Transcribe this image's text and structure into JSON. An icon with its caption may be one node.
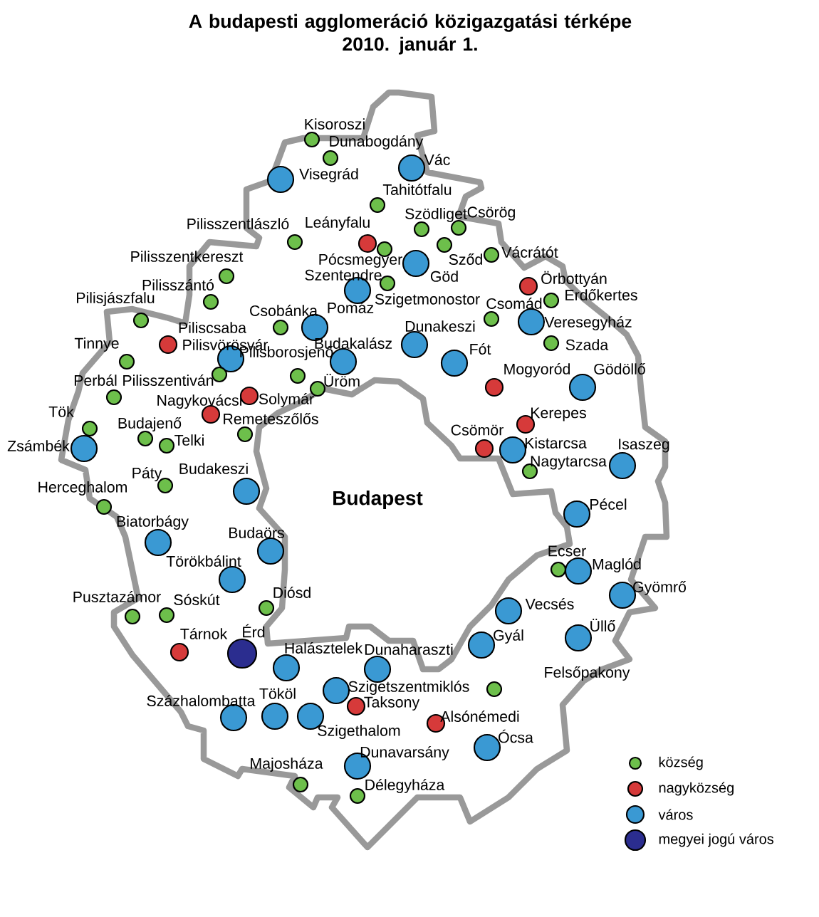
{
  "diagram": {
    "title": "A budapesti agglomeráció közigazgatási térképe 2010. január 1.",
    "labels": [
      "Kisoroszi",
      "Dunabogdány",
      "Vác",
      "Visegrád",
      "Tahitótfalu",
      "Szödliget",
      "Csörög",
      "Pilisszentlászló",
      "Leányfalu",
      "Sződ",
      "Vácrátót",
      "Pócsmegyer",
      "Pilisszentkereszt",
      "Göd",
      "Szentendre",
      "Örbottyán",
      "Pilisszántó",
      "Erdőkertes",
      "Pilisjászfalu",
      "Szigetmonostor",
      "Csomád",
      "Csobánka",
      "Pomáz",
      "Veresegyház",
      "Dunakeszi",
      "Piliscsaba",
      "Szada",
      "Tinnye",
      "Pilisvörösvár",
      "Budakalász",
      "Fót",
      "Pilisborosjenő",
      "Mogyoród",
      "Gödöllő",
      "Perbál",
      "Pilisszentiván",
      "Üröm",
      "Solymár",
      "Nagykovácsi",
      "Tök",
      "Kerepes",
      "Remeteszőlős",
      "Budajenő",
      "Csömör",
      "Telki",
      "Kistarcsa",
      "Zsámbék",
      "Isaszeg",
      "Nagytarcsa",
      "Budakeszi",
      "Páty",
      "Herceghalom",
      "Budapest",
      "Pécel",
      "Biatorbágy",
      "Budaörs",
      "Ecser",
      "Törökbálint",
      "Maglód",
      "Gyömrő",
      "Diósd",
      "Pusztazámor",
      "Sóskút",
      "Vecsés",
      "Üllő",
      "Érd",
      "Tárnok",
      "Gyál",
      "Halásztelek",
      "Dunaharaszti",
      "Felsőpakony",
      "Szigetszentmiklós",
      "Tököl",
      "Százhalombatta",
      "Taksony",
      "Alsónémedi",
      "Szigethalom",
      "Ócsa",
      "Dunavarsány",
      "Majosháza",
      "Délegyháza"
    ],
    "legend": [
      {
        "text": "község",
        "color": "#6dbf4b"
      },
      {
        "text": "nagyközség",
        "color": "#d63a3a"
      },
      {
        "text": "város",
        "color": "#3a99d3"
      },
      {
        "text": "megyei jogú város",
        "color": "#2b2d8f"
      }
    ]
  }
}
